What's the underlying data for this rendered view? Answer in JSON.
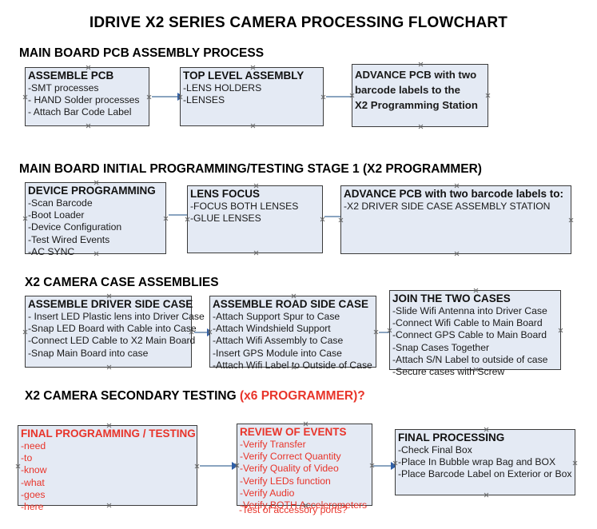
{
  "document": {
    "title": "IDRIVE X2  SERIES CAMERA PROCESSING FLOWCHART"
  },
  "colors": {
    "node_fill": "#e4eaf4",
    "node_border": "#3b3b3b",
    "text": "#1a1a1a",
    "accent_red": "#e8342a",
    "arrow_shaft": "#8aa4c0",
    "arrow_head": "#2f5fa8"
  },
  "sections": [
    {
      "heading": "MAIN BOARD PCB ASSEMBLY PROCESS",
      "heading_red": "",
      "nodes": [
        {
          "title": "ASSEMBLE PCB",
          "lines": [
            "-SMT processes",
            "- HAND Solder processes",
            "- Attach Bar Code Label"
          ]
        },
        {
          "title": "TOP LEVEL ASSEMBLY",
          "lines": [
            "-LENS HOLDERS",
            "-LENSES"
          ]
        },
        {
          "title": "ADVANCE PCB with two",
          "lines": [
            "barcode labels to the",
            " X2 Programming Station"
          ]
        }
      ]
    },
    {
      "heading": "MAIN BOARD INITIAL PROGRAMMING/TESTING STAGE 1 (X2 PROGRAMMER)",
      "heading_red": "",
      "nodes": [
        {
          "title": "DEVICE PROGRAMMING",
          "lines": [
            "-Scan Barcode",
            "-Boot Loader",
            "-Device Configuration",
            "-Test Wired Events",
            "-AC SYNC"
          ]
        },
        {
          "title": "LENS FOCUS",
          "lines": [
            "-FOCUS BOTH LENSES",
            "-GLUE LENSES"
          ]
        },
        {
          "title": "ADVANCE PCB with two barcode labels to:",
          "lines": [
            "-X2 DRIVER  SIDE  CASE  ASSEMBLY STATION"
          ]
        }
      ]
    },
    {
      "heading": "X2 CAMERA CASE ASSEMBLIES",
      "heading_red": "",
      "nodes": [
        {
          "title": "ASSEMBLE DRIVER SIDE CASE",
          "lines": [
            "- Insert LED Plastic lens into Driver Case",
            "-Snap LED Board with Cable into Case",
            "-Connect LED Cable to X2 Main Board",
            "-Snap Main Board into case"
          ]
        },
        {
          "title": "ASSEMBLE ROAD SIDE CASE",
          "lines": [
            "-Attach Support Spur to Case",
            "-Attach Windshield Support",
            "-Attach Wifi Assembly to Case",
            "-Insert GPS Module into Case",
            "-Attach Wifi Label to Outside of Case"
          ]
        },
        {
          "title": "JOIN THE TWO CASES",
          "lines": [
            "-Slide Wifi Antenna into Driver Case",
            "-Connect Wifi Cable to Main Board",
            "-Connect GPS Cable to Main Board",
            "-Snap Cases Together",
            "-Attach S/N Label to outside of case",
            "-Secure cases with Screw"
          ]
        }
      ]
    },
    {
      "heading": "X2 CAMERA SECONDARY TESTING ",
      "heading_red": "(x6 PROGRAMMER)?",
      "nodes": [
        {
          "title": "FINAL PROGRAMMING / TESTING",
          "lines": [
            "-need",
            "-to",
            "-know",
            "-what",
            "-goes",
            "-here"
          ]
        },
        {
          "title": "REVIEW OF EVENTS",
          "lines": [
            "-Verify Transfer",
            "-Verify Correct Quantity",
            "-Verify Quality of Video",
            "-Verify LEDs function",
            "-Verify Audio",
            "-Verify BOTH Accelerometers"
          ],
          "overflow_line": "-Test of accessory ports?"
        },
        {
          "title": "FINAL PROCESSING",
          "lines": [
            " -Check Final Box",
            "-Place In Bubble wrap Bag and BOX",
            "-Place Barcode Label on Exterior or Box"
          ]
        }
      ]
    }
  ]
}
